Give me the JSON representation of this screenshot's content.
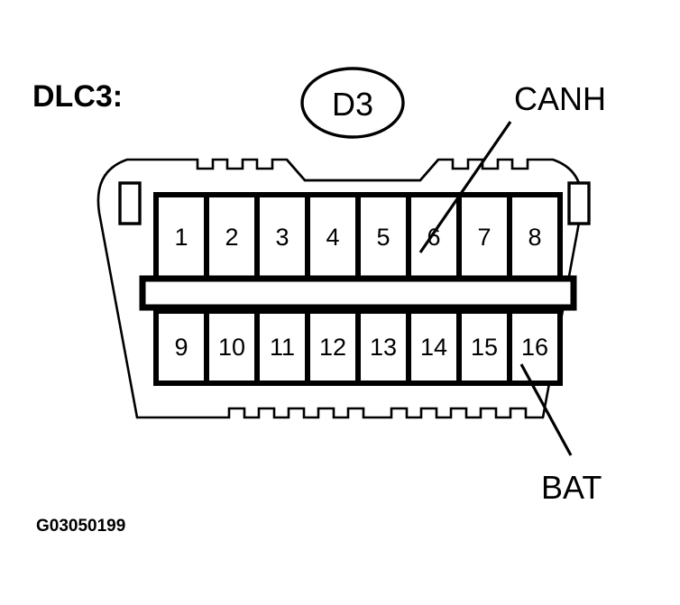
{
  "diagram": {
    "title": "DLC3:",
    "reference_label": "D3",
    "caption": "G03050199",
    "callouts": [
      {
        "label": "CANH",
        "target_pin": "6"
      },
      {
        "label": "BAT",
        "target_pin": "16"
      }
    ],
    "connector": {
      "name": "DLC3 connector",
      "pin_count": 16,
      "top_row": [
        "1",
        "2",
        "3",
        "4",
        "5",
        "6",
        "7",
        "8"
      ],
      "bottom_row": [
        "9",
        "10",
        "11",
        "12",
        "13",
        "14",
        "15",
        "16"
      ]
    },
    "colors": {
      "line": "#000000",
      "background": "#ffffff",
      "text": "#000000"
    }
  }
}
